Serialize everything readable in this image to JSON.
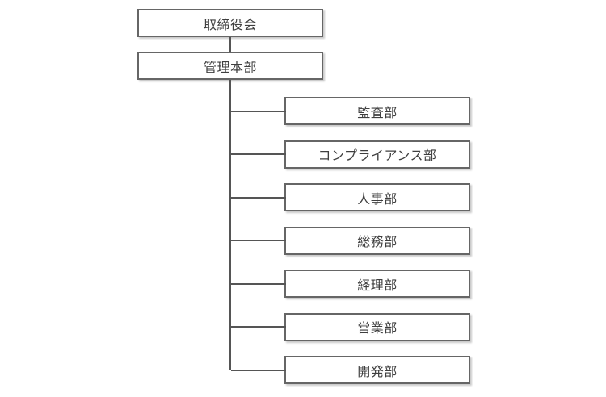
{
  "diagram": {
    "type": "org-chart",
    "root": {
      "label": "取締役会"
    },
    "division": {
      "label": "管理本部"
    },
    "departments": [
      {
        "label": "監査部"
      },
      {
        "label": "コンプライアンス部"
      },
      {
        "label": "人事部"
      },
      {
        "label": "総務部"
      },
      {
        "label": "経理部"
      },
      {
        "label": "営業部"
      },
      {
        "label": "開発部"
      }
    ],
    "colors": {
      "background": "#ffffff",
      "box_fill": "#ffffff",
      "box_border": "#666666",
      "connector_line": "#555555",
      "text": "#3f3f3f",
      "shadow": "rgba(0,0,0,0.22)"
    }
  }
}
